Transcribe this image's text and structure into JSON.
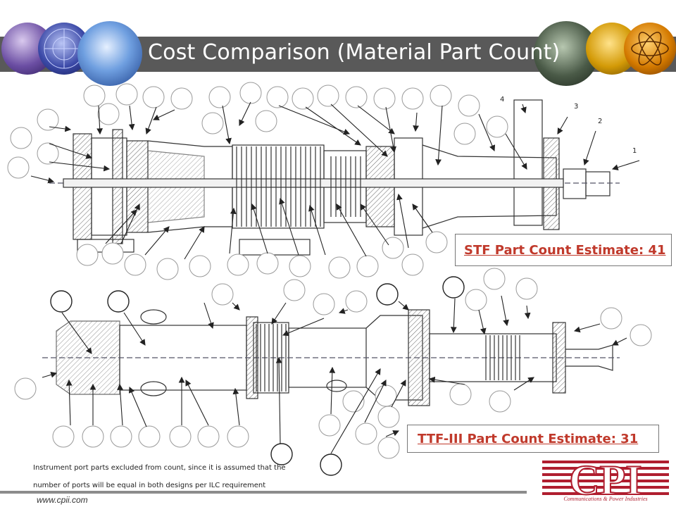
{
  "slide": {
    "title": "Cost Comparison (Material Part Count)"
  },
  "stf": {
    "label": "STF Part Count Estimate: 41",
    "callouts": [
      "1",
      "2",
      "3",
      "4"
    ]
  },
  "ttf": {
    "label": "TTF-III Part Count Estimate: 31"
  },
  "footnote": {
    "line1": "Instrument port parts excluded from count, since it is assumed that the",
    "line2": "number of ports will be equal in both designs per ILC requirement"
  },
  "footer": {
    "url": "www.cpii.com",
    "logo_text": "CPI",
    "logo_subtitle": "Communications & Power Industries"
  },
  "colors": {
    "header": "#595959",
    "accent_red": "#b01e2f",
    "label_red": "#c0392b"
  }
}
